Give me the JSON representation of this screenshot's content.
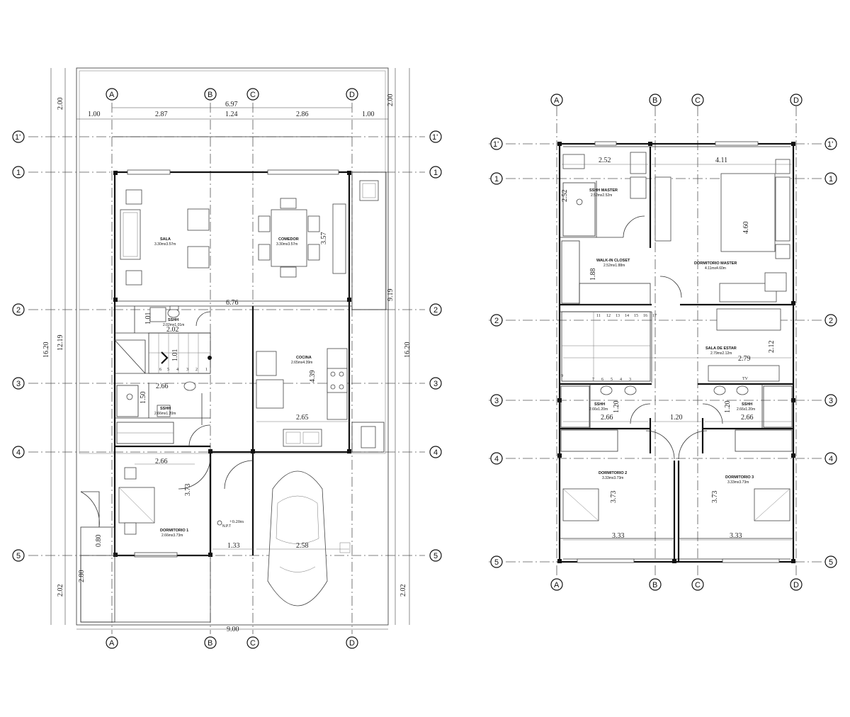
{
  "colors": {
    "line": "#111111",
    "grid": "#555555",
    "background": "#ffffff"
  },
  "axes": {
    "letters": [
      "A",
      "B",
      "C",
      "D"
    ],
    "numbers": [
      "1'",
      "1",
      "2",
      "3",
      "4",
      "5"
    ]
  },
  "ground_floor": {
    "rooms": [
      {
        "name": "SALA",
        "size": "3.30mx3.57m"
      },
      {
        "name": "COMEDOR",
        "size": "3.30mx3.57m"
      },
      {
        "name": "SSHH",
        "size": "2.02mx1.01m"
      },
      {
        "name": "COCINA",
        "size": "2.65mx4.39m"
      },
      {
        "name": "SSHH",
        "size": "2.66mx1.20m"
      },
      {
        "name": "DORMITORIO 1",
        "size": "2.66mx3.73m"
      }
    ],
    "dims": {
      "total_width_top": "6.97",
      "seg_1": "1.00",
      "seg_2": "2.87",
      "seg_3": "1.24",
      "seg_4": "2.86",
      "seg_5": "1.00",
      "left_top": "2.00",
      "left_total": "16.20",
      "left_mid": "12.19",
      "left_bottom": "2.02",
      "right_top": "2.00",
      "right_mid": "9.19",
      "right_total": "16.20",
      "right_bottom": "2.02",
      "bottom_total": "9.00",
      "comedor_h": "3.57",
      "mid_width": "6.76",
      "sshh_w": "2.02",
      "sshh_h": "1.01",
      "stair_h": "1.01",
      "cocina_h": "4.39",
      "sshh2_w": "2.66",
      "sshh2_h": "1.50",
      "cocina_w": "2.65",
      "dorm_w": "2.66",
      "dorm_h": "3.73",
      "hall_w": "1.33",
      "garage_w": "2.58",
      "porch_h": "0.80",
      "porch_h2": "2.80"
    },
    "level": {
      "value": "+0.20m",
      "label": "N.P.T"
    },
    "stair_steps": [
      "6",
      "5",
      "4",
      "3",
      "2",
      "1"
    ]
  },
  "upper_floor": {
    "rooms": [
      {
        "name": "SSHH MASTER",
        "size": "2.52mx2.52m"
      },
      {
        "name": "WALK-IN CLOSET",
        "size": "2.52mx1.88m"
      },
      {
        "name": "DORMITORIO MASTER",
        "size": "4.11mx4.60m"
      },
      {
        "name": "SALA DE ESTAR",
        "size": "2.79mx2.12m"
      },
      {
        "name": "SSHH",
        "size": "2.66x1.20m"
      },
      {
        "name": "SSHH",
        "size": "2.66x1.20m"
      },
      {
        "name": "DORMITORIO 2",
        "size": "3.33mx3.73m"
      },
      {
        "name": "DORMITORIO 3",
        "size": "3.33mx3.73m"
      }
    ],
    "dims": {
      "sshhm_w": "2.52",
      "sshhm_h": "2.52",
      "master_w": "4.11",
      "master_h": "4.60",
      "closet_h": "1.88",
      "estar_h": "2.12",
      "estar_w": "2.79",
      "sshh_l_w": "2.66",
      "sshh_l_h": "1.20",
      "hall": "1.20",
      "sshh_r_w": "2.66",
      "sshh_r_h": "1.20",
      "d2_h": "3.73",
      "d2_w": "3.33",
      "d3_h": "3.73",
      "d3_w": "3.33"
    },
    "stair_top": [
      "11",
      "12",
      "13",
      "14",
      "15",
      "16",
      "17"
    ],
    "stair_bottom": [
      "9",
      "7",
      "6",
      "5",
      "4",
      "3"
    ],
    "tv_label": "TV"
  }
}
